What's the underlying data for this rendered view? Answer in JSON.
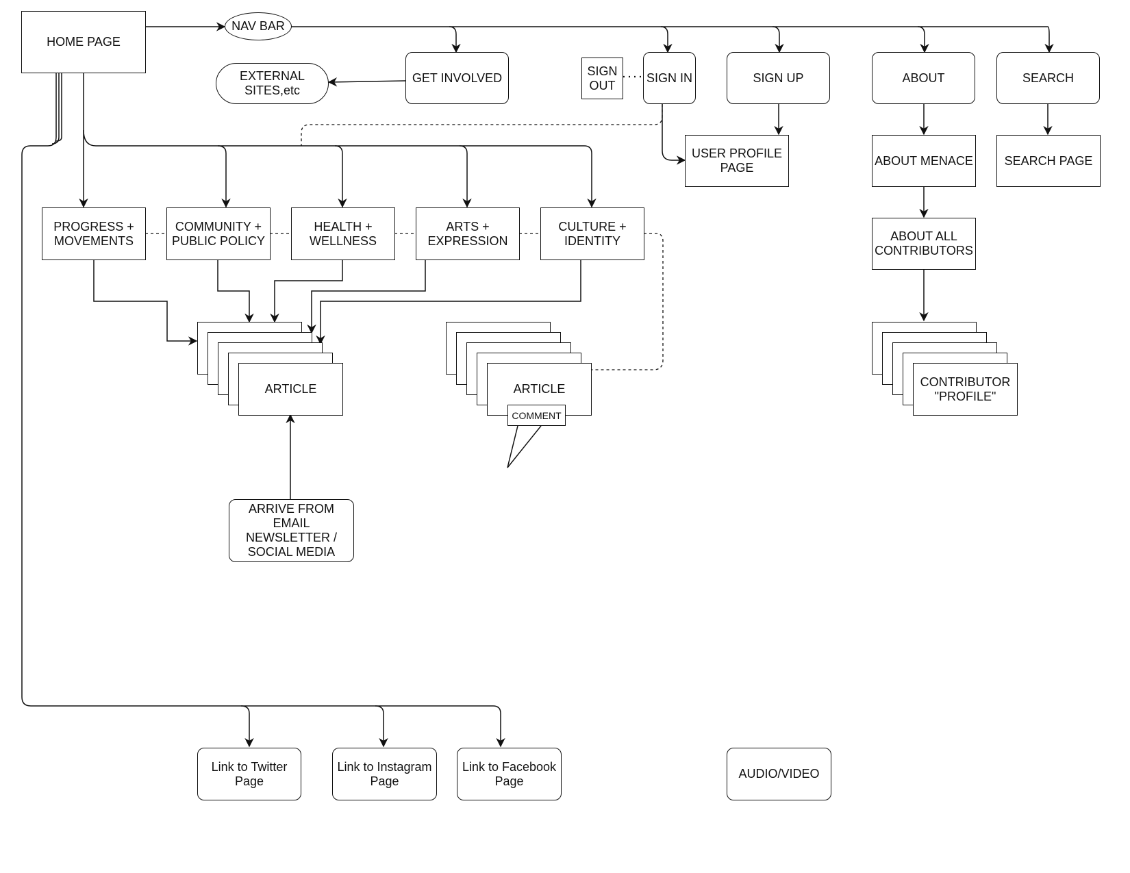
{
  "nodes": {
    "home_page": "HOME PAGE",
    "nav_bar": "NAV BAR",
    "external_sites": "EXTERNAL\nSITES,etc",
    "get_involved": "GET INVOLVED",
    "sign_out": "SIGN\nOUT",
    "sign_in": "SIGN IN",
    "sign_up": "SIGN UP",
    "about": "ABOUT",
    "search": "SEARCH",
    "user_profile_page": "USER PROFILE\nPAGE",
    "about_menace": "ABOUT MENACE",
    "search_page": "SEARCH PAGE",
    "about_all_contributors": "ABOUT ALL\nCONTRIBUTORS",
    "progress_movements": "PROGRESS +\nMOVEMENTS",
    "community_public_policy": "COMMUNITY +\nPUBLIC POLICY",
    "health_wellness": "HEALTH +\nWELLNESS",
    "arts_expression": "ARTS +\nEXPRESSION",
    "culture_identity": "CULTURE +\nIDENTITY",
    "article_left": "ARTICLE",
    "article_right": "ARTICLE",
    "comment": "COMMENT",
    "contributor_profile": "CONTRIBUTOR\n\"PROFILE\"",
    "arrive_from": "ARRIVE FROM\nEMAIL\nNEWSLETTER /\nSOCIAL MEDIA",
    "link_twitter": "Link to Twitter\nPage",
    "link_instagram": "Link to Instagram\nPage",
    "link_facebook": "Link to Facebook\nPage",
    "audio_video": "AUDIO/VIDEO"
  }
}
